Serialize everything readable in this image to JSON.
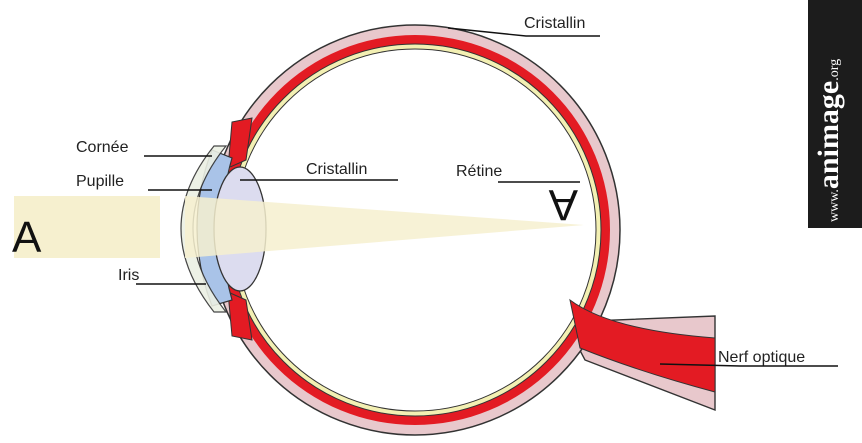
{
  "labels": {
    "cristallin_top": "Cristallin",
    "cornee": "Cornée",
    "pupille": "Pupille",
    "cristallin_lens": "Cristallin",
    "retine": "Rétine",
    "iris": "Iris",
    "nerf_optique": "Nerf optique",
    "object_letter": "A",
    "image_letter": "A"
  },
  "watermark": {
    "prefix": "www.",
    "brand": "animage",
    "suffix": ".org"
  },
  "colors": {
    "sclera": "#e8c8cc",
    "choroid": "#e31b23",
    "retina": "#f3f0b3",
    "iris": "#a9c3e8",
    "lens": "#dcdcef",
    "light_beam": "#f6f0cf",
    "cornea": "#ecf0e4",
    "outline": "#333333"
  }
}
